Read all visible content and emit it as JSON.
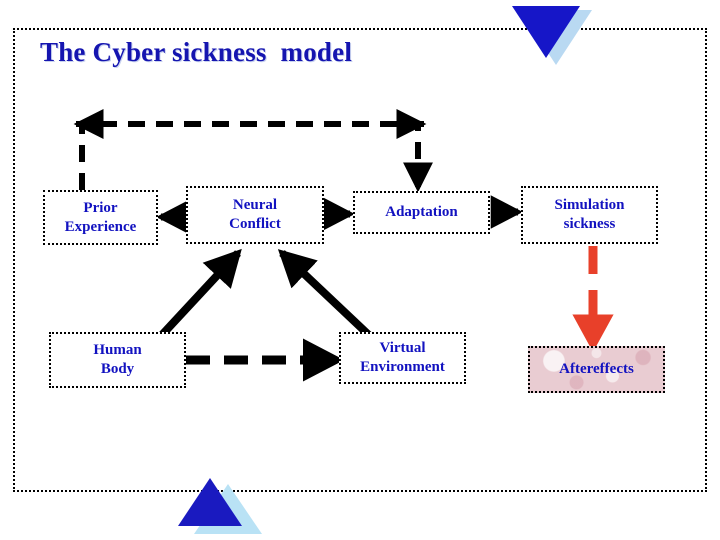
{
  "slide": {
    "title": "The Cyber sickness  model",
    "title_color": "#1515b0",
    "background_color": "#ffffff",
    "frame_border_color": "#000000"
  },
  "decorations": {
    "top_triangle": {
      "name": "triangle-down",
      "main_color": "#1616c8",
      "shadow_color": "#b9d9f2"
    },
    "bottom_triangle": {
      "name": "triangle-up",
      "main_color": "#1a1ac0",
      "shadow_color": "#b9e2f5"
    }
  },
  "diagram": {
    "node_text_color": "#1212c0",
    "nodes": [
      {
        "id": "prior-experience",
        "label": "Prior\nExperience",
        "fill": "#ffffff"
      },
      {
        "id": "neural-conflict",
        "label": "Neural\nConflict",
        "fill": "#ffffff"
      },
      {
        "id": "adaptation",
        "label": "Adaptation",
        "fill": "#ffffff"
      },
      {
        "id": "simulation-sickness",
        "label": "Simulation\nsickness",
        "fill": "#ffffff"
      },
      {
        "id": "human-body",
        "label": "Human\nBody",
        "fill": "#ffffff"
      },
      {
        "id": "virtual-environment",
        "label": "Virtual\nEnvironment",
        "fill": "#ffffff"
      },
      {
        "id": "aftereffects",
        "label": "Aftereffects",
        "fill": "#e9ccd2"
      }
    ],
    "connectors": [
      {
        "id": "feedback-loop",
        "from": "prior-experience",
        "to": "adaptation",
        "style": "dashed",
        "color": "#000000"
      },
      {
        "id": "neural-to-prior",
        "from": "neural-conflict",
        "to": "prior-experience",
        "style": "solid",
        "color": "#000000"
      },
      {
        "id": "neural-to-adaptation",
        "from": "neural-conflict",
        "to": "adaptation",
        "style": "solid",
        "color": "#000000"
      },
      {
        "id": "adaptation-to-simulation-sickness",
        "from": "adaptation",
        "to": "simulation-sickness",
        "style": "solid",
        "color": "#000000"
      },
      {
        "id": "human-body-to-neural-conflict",
        "from": "human-body",
        "to": "neural-conflict",
        "style": "solid",
        "color": "#000000"
      },
      {
        "id": "virtual-env-to-neural-conflict",
        "from": "virtual-environment",
        "to": "neural-conflict",
        "style": "solid",
        "color": "#000000"
      },
      {
        "id": "human-body-to-virtual-env",
        "from": "human-body",
        "to": "virtual-environment",
        "style": "dashed",
        "color": "#000000"
      },
      {
        "id": "simulation-sickness-to-aftereffects",
        "from": "simulation-sickness",
        "to": "aftereffects",
        "style": "dashed",
        "color": "#e8402a"
      }
    ]
  }
}
